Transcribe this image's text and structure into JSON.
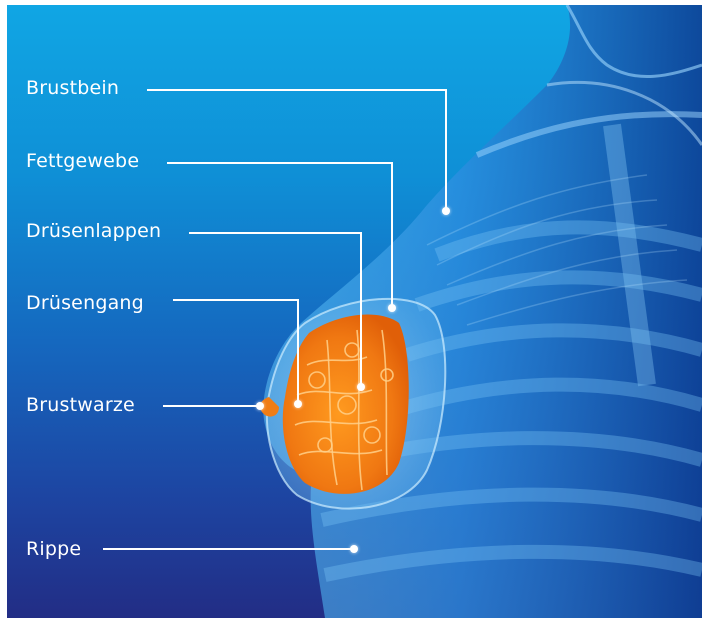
{
  "diagram": {
    "labels": {
      "brustbein": "Brustbein",
      "fettgewebe": "Fettgewebe",
      "druesenlappen": "Drüsenlappen",
      "druesengang": "Drüsengang",
      "brustwarze": "Brustwarze",
      "rippe": "Rippe"
    }
  },
  "colors": {
    "background_top": "#10a6e4",
    "background_bottom": "#222d85",
    "body": "#2f8fe0",
    "glands": "#f07d16",
    "leader_lines": "#ffffff"
  }
}
